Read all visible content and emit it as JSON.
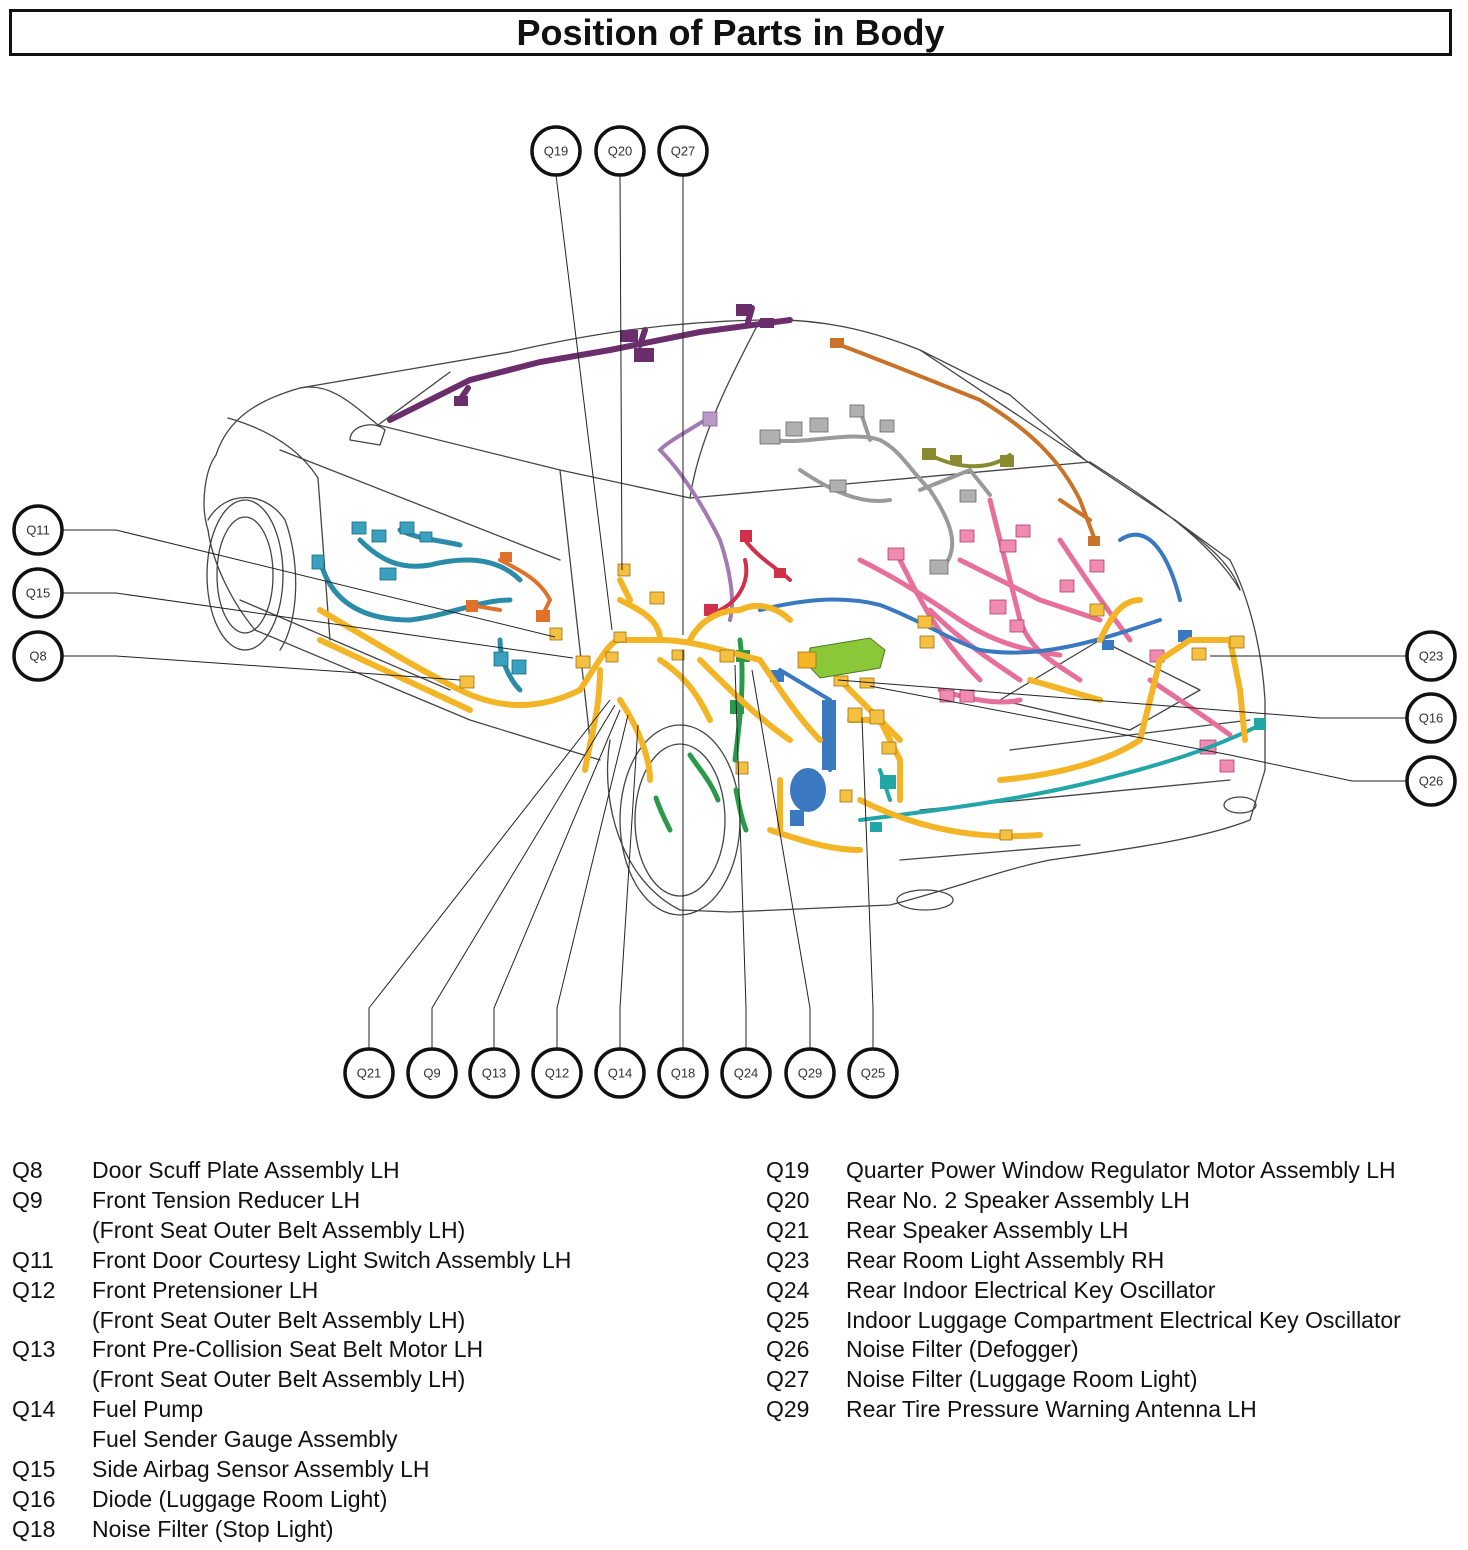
{
  "title": "Position of Parts in Body",
  "colors": {
    "yellow": "#f3b526",
    "teal": "#2a8ca8",
    "orange": "#e0702a",
    "purple": "#6b2d6b",
    "brown": "#c9732a",
    "pink": "#e6709a",
    "gray": "#9a9a9a",
    "olive": "#8a8a30",
    "blue": "#3a78c0",
    "green": "#2a9a4a",
    "lightgreen": "#8ac83a",
    "cyan": "#22a6a8",
    "violet": "#a07ab0",
    "red": "#d0304a"
  },
  "callouts": [
    {
      "code": "Q19"
    },
    {
      "code": "Q20"
    },
    {
      "code": "Q27"
    },
    {
      "code": "Q11"
    },
    {
      "code": "Q15"
    },
    {
      "code": "Q8"
    },
    {
      "code": "Q23"
    },
    {
      "code": "Q16"
    },
    {
      "code": "Q26"
    },
    {
      "code": "Q21"
    },
    {
      "code": "Q9"
    },
    {
      "code": "Q13"
    },
    {
      "code": "Q12"
    },
    {
      "code": "Q14"
    },
    {
      "code": "Q18"
    },
    {
      "code": "Q24"
    },
    {
      "code": "Q29"
    },
    {
      "code": "Q25"
    }
  ],
  "legend_left": [
    {
      "code": "Q8",
      "text": "Door Scuff Plate Assembly LH"
    },
    {
      "code": "Q9",
      "text": "Front Tension Reducer LH"
    },
    {
      "code": "",
      "text": "(Front Seat Outer Belt Assembly LH)"
    },
    {
      "code": "Q11",
      "text": "Front Door Courtesy Light Switch Assembly LH"
    },
    {
      "code": "Q12",
      "text": "Front Pretensioner LH"
    },
    {
      "code": "",
      "text": "(Front Seat Outer Belt Assembly LH)"
    },
    {
      "code": "Q13",
      "text": "Front Pre-Collision Seat Belt Motor LH"
    },
    {
      "code": "",
      "text": "(Front Seat Outer Belt Assembly LH)"
    },
    {
      "code": "Q14",
      "text": "Fuel Pump"
    },
    {
      "code": "",
      "text": "Fuel Sender Gauge Assembly"
    },
    {
      "code": "Q15",
      "text": "Side Airbag Sensor Assembly LH"
    },
    {
      "code": "Q16",
      "text": "Diode (Luggage Room Light)"
    },
    {
      "code": "Q18",
      "text": "Noise Filter (Stop Light)"
    }
  ],
  "legend_right": [
    {
      "code": "Q19",
      "text": "Quarter Power Window Regulator Motor Assembly LH"
    },
    {
      "code": "Q20",
      "text": "Rear No. 2 Speaker Assembly LH"
    },
    {
      "code": "Q21",
      "text": "Rear Speaker Assembly LH"
    },
    {
      "code": "Q23",
      "text": "Rear Room Light Assembly RH"
    },
    {
      "code": "Q24",
      "text": "Rear Indoor Electrical Key Oscillator"
    },
    {
      "code": "Q25",
      "text": "Indoor Luggage Compartment Electrical Key Oscillator"
    },
    {
      "code": "Q26",
      "text": "Noise Filter (Defogger)"
    },
    {
      "code": "Q27",
      "text": "Noise Filter (Luggage Room Light)"
    },
    {
      "code": "Q29",
      "text": "Rear Tire Pressure Warning Antenna LH"
    }
  ]
}
